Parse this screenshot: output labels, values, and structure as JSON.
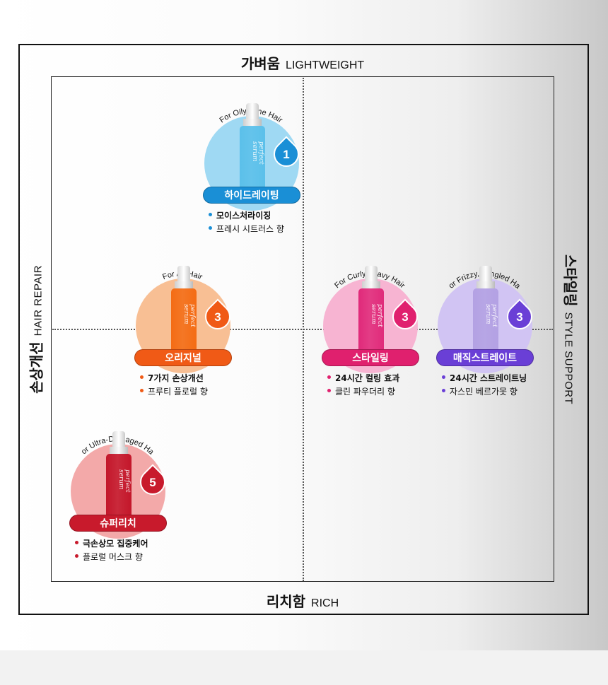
{
  "axes": {
    "top_ko": "가벼움",
    "top_en": "LIGHTWEIGHT",
    "bottom_ko": "리치함",
    "bottom_en": "RICH",
    "left_ko": "손상개선",
    "left_en": "HAIR REPAIR",
    "right_ko": "스타일링",
    "right_en": "STYLE SUPPORT"
  },
  "products": [
    {
      "id": "hydrating",
      "for_text": "For Oily, Fine Hair",
      "label": "하이드레이팅",
      "number": "1",
      "bullets": [
        "모이스처라이징",
        "프레시 시트러스 향"
      ],
      "circle_color": "#9fd9f3",
      "accent": "#1a8fd6",
      "bottle": "#5bc0ea"
    },
    {
      "id": "original",
      "for_text": "For All Hair",
      "label": "오리지널",
      "number": "3",
      "bullets": [
        "7가지 손상개선",
        "프루티 플로럴 향"
      ],
      "circle_color": "#f8bf94",
      "accent": "#f05a16",
      "bottle": "#f46c14"
    },
    {
      "id": "styling",
      "for_text": "For Curly, Wavy Hair",
      "label": "스타일링",
      "number": "3",
      "bullets": [
        "24시간 컬링 효과",
        "클린 파우더리 향"
      ],
      "circle_color": "#f7b4d2",
      "accent": "#e0206e",
      "bottle": "#e02a7a"
    },
    {
      "id": "magic-straight",
      "for_text": "For Frizzy, Tangled Hair",
      "label": "매직스트레이트",
      "number": "3",
      "bullets": [
        "24시간 스트레이트닝",
        "자스민 베르가못 향"
      ],
      "circle_color": "#d1c4f3",
      "accent": "#6a3fd6",
      "bottle": "#b3a1e3"
    },
    {
      "id": "super-rich",
      "for_text": "For Ultra-Damaged Hair",
      "label": "슈퍼리치",
      "number": "5",
      "bullets": [
        "극손상모 집중케어",
        "플로럴 머스크 향"
      ],
      "circle_color": "#f3a9a9",
      "accent": "#c81a2c",
      "bottle": "#c3162a"
    }
  ]
}
